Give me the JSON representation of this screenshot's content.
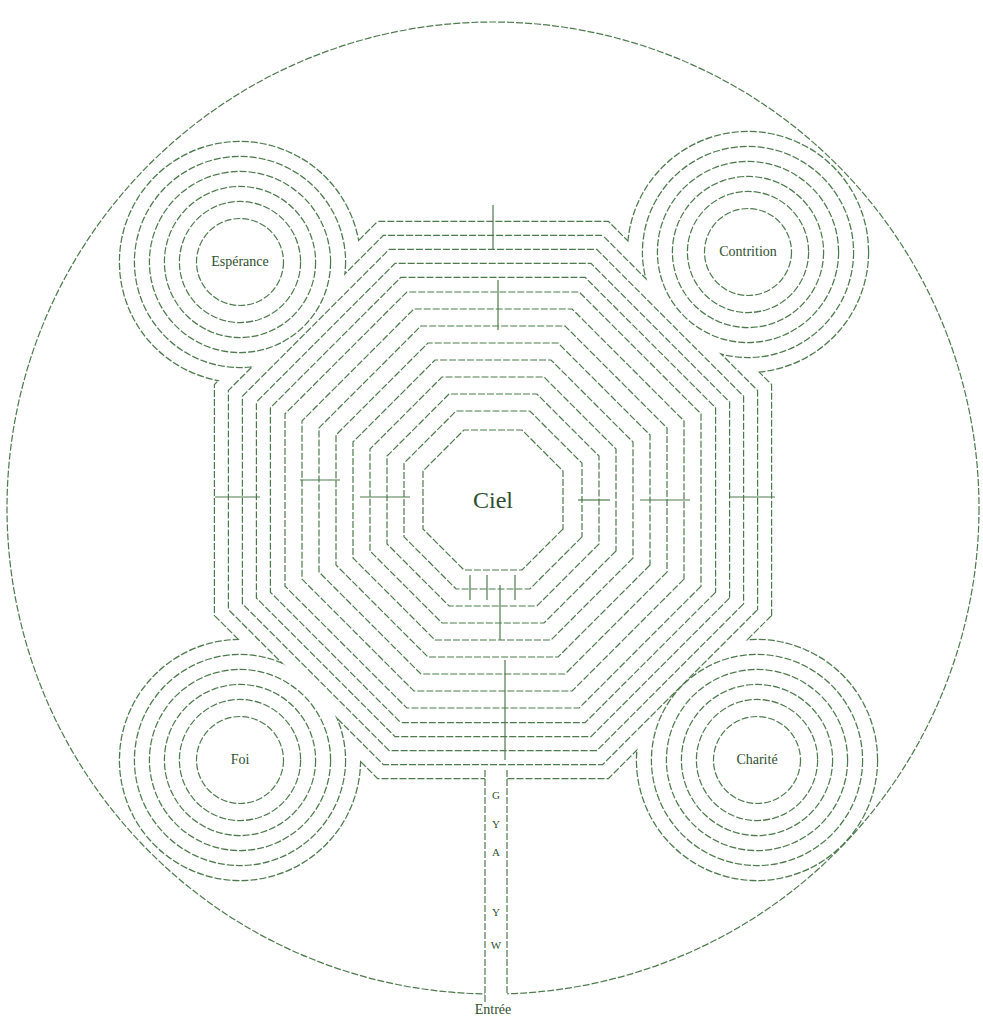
{
  "diagram": {
    "nodes": [
      {
        "text": [
          "Espérance"
        ]
      },
      {
        "text": [
          "Contrition"
        ]
      },
      {
        "text": [
          "Ciel"
        ]
      },
      {
        "text": [
          "Foi"
        ]
      },
      {
        "text": [
          "Charité"
        ]
      }
    ],
    "labels": [
      "G",
      "Y",
      "A",
      "Y",
      "W",
      "Entrée"
    ]
  }
}
